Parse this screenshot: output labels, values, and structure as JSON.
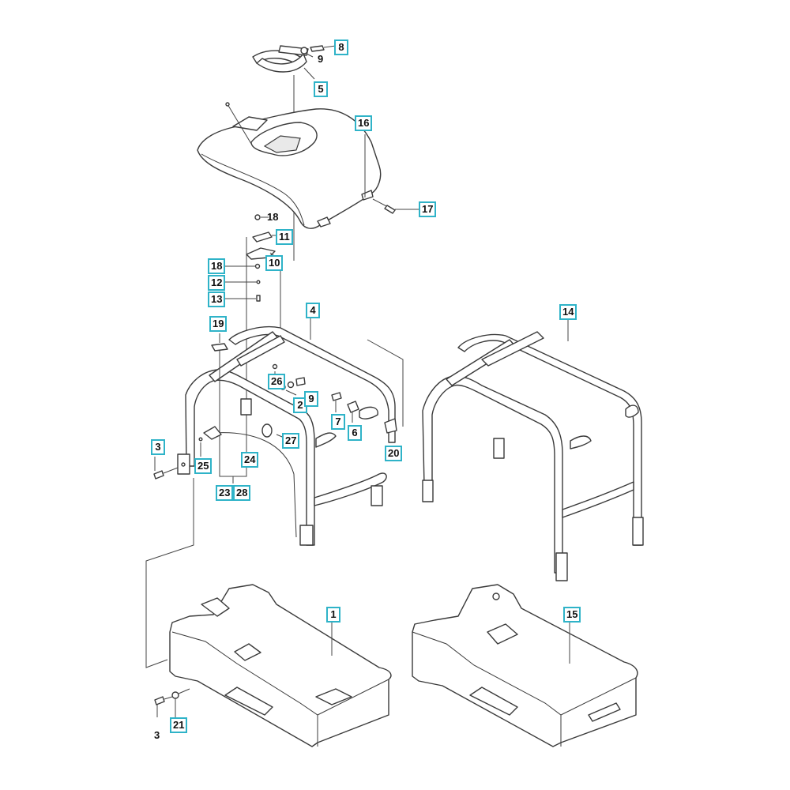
{
  "diagram": {
    "type": "exploded-parts-view",
    "accent_color": "#2fb3c8",
    "line_color": "#3a3a3a",
    "assemblies": [
      {
        "name": "bracket-clamp",
        "parts": [
          "5",
          "8",
          "9"
        ]
      },
      {
        "name": "top-cover",
        "parts": [
          "16",
          "17",
          "18",
          "11",
          "10",
          "12",
          "13"
        ]
      },
      {
        "name": "frame-assembly",
        "parts": [
          "4",
          "19",
          "26",
          "2",
          "9",
          "7",
          "6",
          "20",
          "3",
          "25",
          "24",
          "27",
          "23",
          "28"
        ]
      },
      {
        "name": "alternate-frame",
        "parts": [
          "14"
        ]
      },
      {
        "name": "base-plate",
        "parts": [
          "1",
          "21",
          "3"
        ]
      },
      {
        "name": "alternate-base-plate",
        "parts": [
          "15"
        ]
      }
    ],
    "labels": [
      {
        "id": "l8",
        "text": "8",
        "boxed": true
      },
      {
        "id": "l9a",
        "text": "9",
        "boxed": false
      },
      {
        "id": "l5",
        "text": "5",
        "boxed": true
      },
      {
        "id": "l16",
        "text": "16",
        "boxed": true
      },
      {
        "id": "l17",
        "text": "17",
        "boxed": true
      },
      {
        "id": "l18a",
        "text": "18",
        "boxed": false
      },
      {
        "id": "l11",
        "text": "11",
        "boxed": true
      },
      {
        "id": "l10",
        "text": "10",
        "boxed": true
      },
      {
        "id": "l18b",
        "text": "18",
        "boxed": true
      },
      {
        "id": "l12",
        "text": "12",
        "boxed": true
      },
      {
        "id": "l13",
        "text": "13",
        "boxed": true
      },
      {
        "id": "l4",
        "text": "4",
        "boxed": true
      },
      {
        "id": "l19",
        "text": "19",
        "boxed": true
      },
      {
        "id": "l26",
        "text": "26",
        "boxed": true
      },
      {
        "id": "l2",
        "text": "2",
        "boxed": true
      },
      {
        "id": "l9b",
        "text": "9",
        "boxed": true
      },
      {
        "id": "l7",
        "text": "7",
        "boxed": true
      },
      {
        "id": "l6",
        "text": "6",
        "boxed": true
      },
      {
        "id": "l27",
        "text": "27",
        "boxed": true
      },
      {
        "id": "l20",
        "text": "20",
        "boxed": true
      },
      {
        "id": "l3a",
        "text": "3",
        "boxed": true
      },
      {
        "id": "l25",
        "text": "25",
        "boxed": true
      },
      {
        "id": "l24",
        "text": "24",
        "boxed": true
      },
      {
        "id": "l23",
        "text": "23",
        "boxed": true
      },
      {
        "id": "l28",
        "text": "28",
        "boxed": true
      },
      {
        "id": "l14",
        "text": "14",
        "boxed": true
      },
      {
        "id": "l1",
        "text": "1",
        "boxed": true
      },
      {
        "id": "l15",
        "text": "15",
        "boxed": true
      },
      {
        "id": "l21",
        "text": "21",
        "boxed": true
      },
      {
        "id": "l3b",
        "text": "3",
        "boxed": false
      }
    ]
  }
}
